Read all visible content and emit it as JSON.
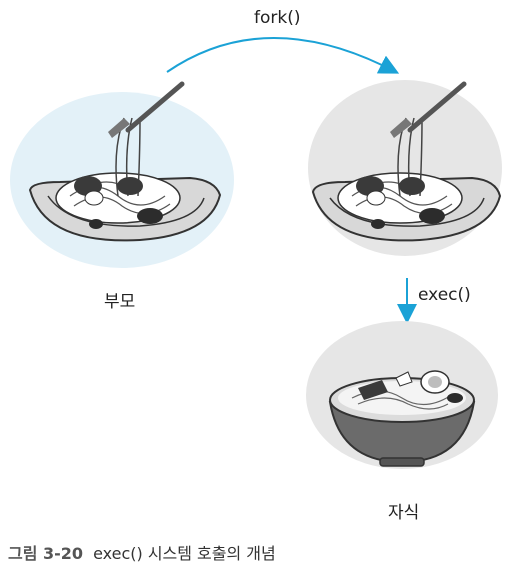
{
  "arrows": {
    "fork_label": "fork()",
    "exec_label": "exec()"
  },
  "labels": {
    "parent": "부모",
    "child": "자식"
  },
  "caption": {
    "number": "그림 3-20",
    "text": "exec() 시스템 호출의 개념"
  },
  "colors": {
    "arrow": "#1ba2d6",
    "parent_bg": "#e3f1f8",
    "child_bg": "#e6e6e6",
    "plate": "#d8d8d8",
    "bowl": "#6b6b6b"
  },
  "icons": {
    "parent": "pasta-plate-with-fork",
    "child_top": "pasta-plate-with-fork",
    "child_bottom": "noodle-soup-bowl"
  }
}
